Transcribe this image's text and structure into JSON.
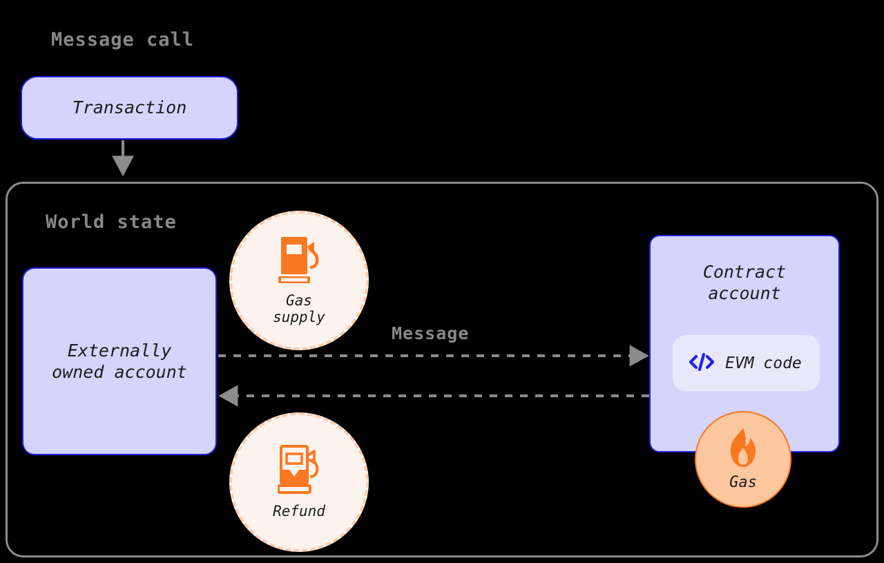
{
  "diagram": {
    "title": "Message call",
    "world_state_title": "World state",
    "background_color": "#000000"
  },
  "palette": {
    "node_fill": "#d5d4fc",
    "node_border": "#2121e2",
    "chip_fill": "#e9e8fb",
    "circle_fill": "#fdf3ee",
    "circle_dash": "#f9cdaf",
    "badge_fill": "#fcc69e",
    "badge_border": "#f97822",
    "accent_orange": "#f97822",
    "edge_gray": "#8c8c8c",
    "container_border": "#8c8c8c",
    "heading_text": "#888888",
    "label_text": "#1c1c1c"
  },
  "nodes": {
    "transaction": {
      "label": "Transaction",
      "icon": ""
    },
    "eoa": {
      "label": "Externally\nowned account"
    },
    "contract": {
      "title": "Contract\naccount",
      "chip_label": "EVM code",
      "chip_icon": "code-brackets-icon"
    }
  },
  "badges": {
    "gas_supply": {
      "label": "Gas\nsupply",
      "icon": "fuel-pump-full-icon"
    },
    "refund": {
      "label": "Refund",
      "icon": "fuel-pump-partial-icon"
    },
    "gas": {
      "label": "Gas",
      "icon": "flame-icon"
    }
  },
  "edges": {
    "transaction_to_world": {
      "label": "",
      "style": "solid-arrow"
    },
    "message": {
      "label": "Message",
      "style": "dashed-arrow",
      "direction": "eoa-to-contract"
    },
    "return": {
      "label": "",
      "style": "dashed-arrow",
      "direction": "contract-to-eoa"
    }
  }
}
